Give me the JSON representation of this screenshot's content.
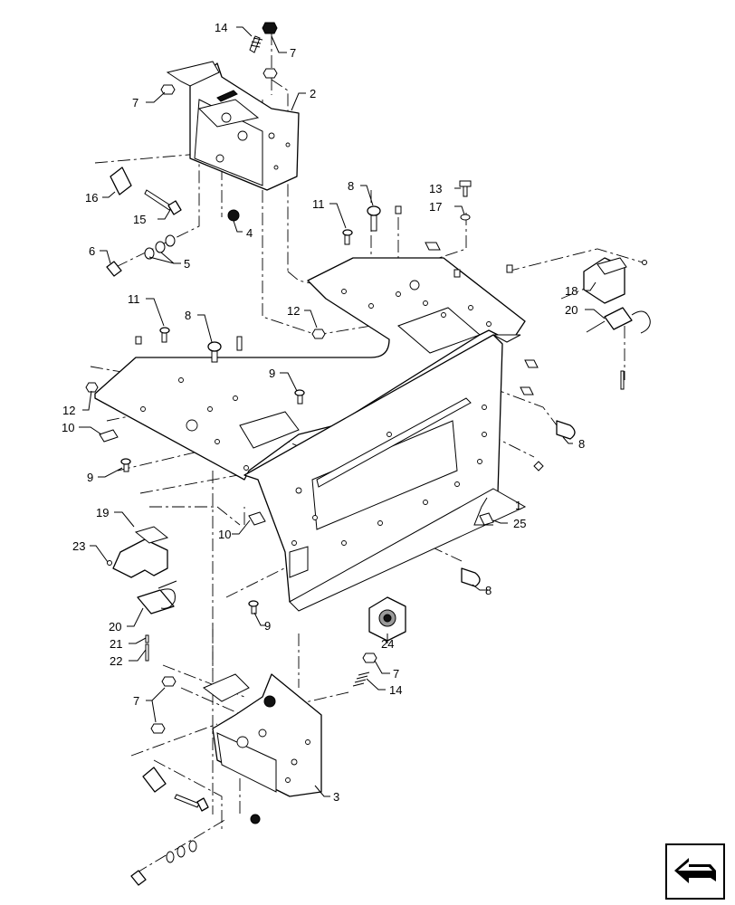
{
  "callouts": {
    "c1": "1",
    "c2": "2",
    "c3": "3",
    "c4": "4",
    "c5": "5",
    "c6": "6",
    "c7": "7",
    "c8": "8",
    "c9": "9",
    "c10": "10",
    "c11": "11",
    "c12": "12",
    "c13": "13",
    "c14": "14",
    "c15": "15",
    "c16": "16",
    "c17": "17",
    "c18": "18",
    "c19": "19",
    "c20": "20",
    "c21": "21",
    "c22": "22",
    "c23": "23",
    "c24": "24",
    "c25": "25"
  },
  "nav_icon": "page-navigation-arrow-icon"
}
